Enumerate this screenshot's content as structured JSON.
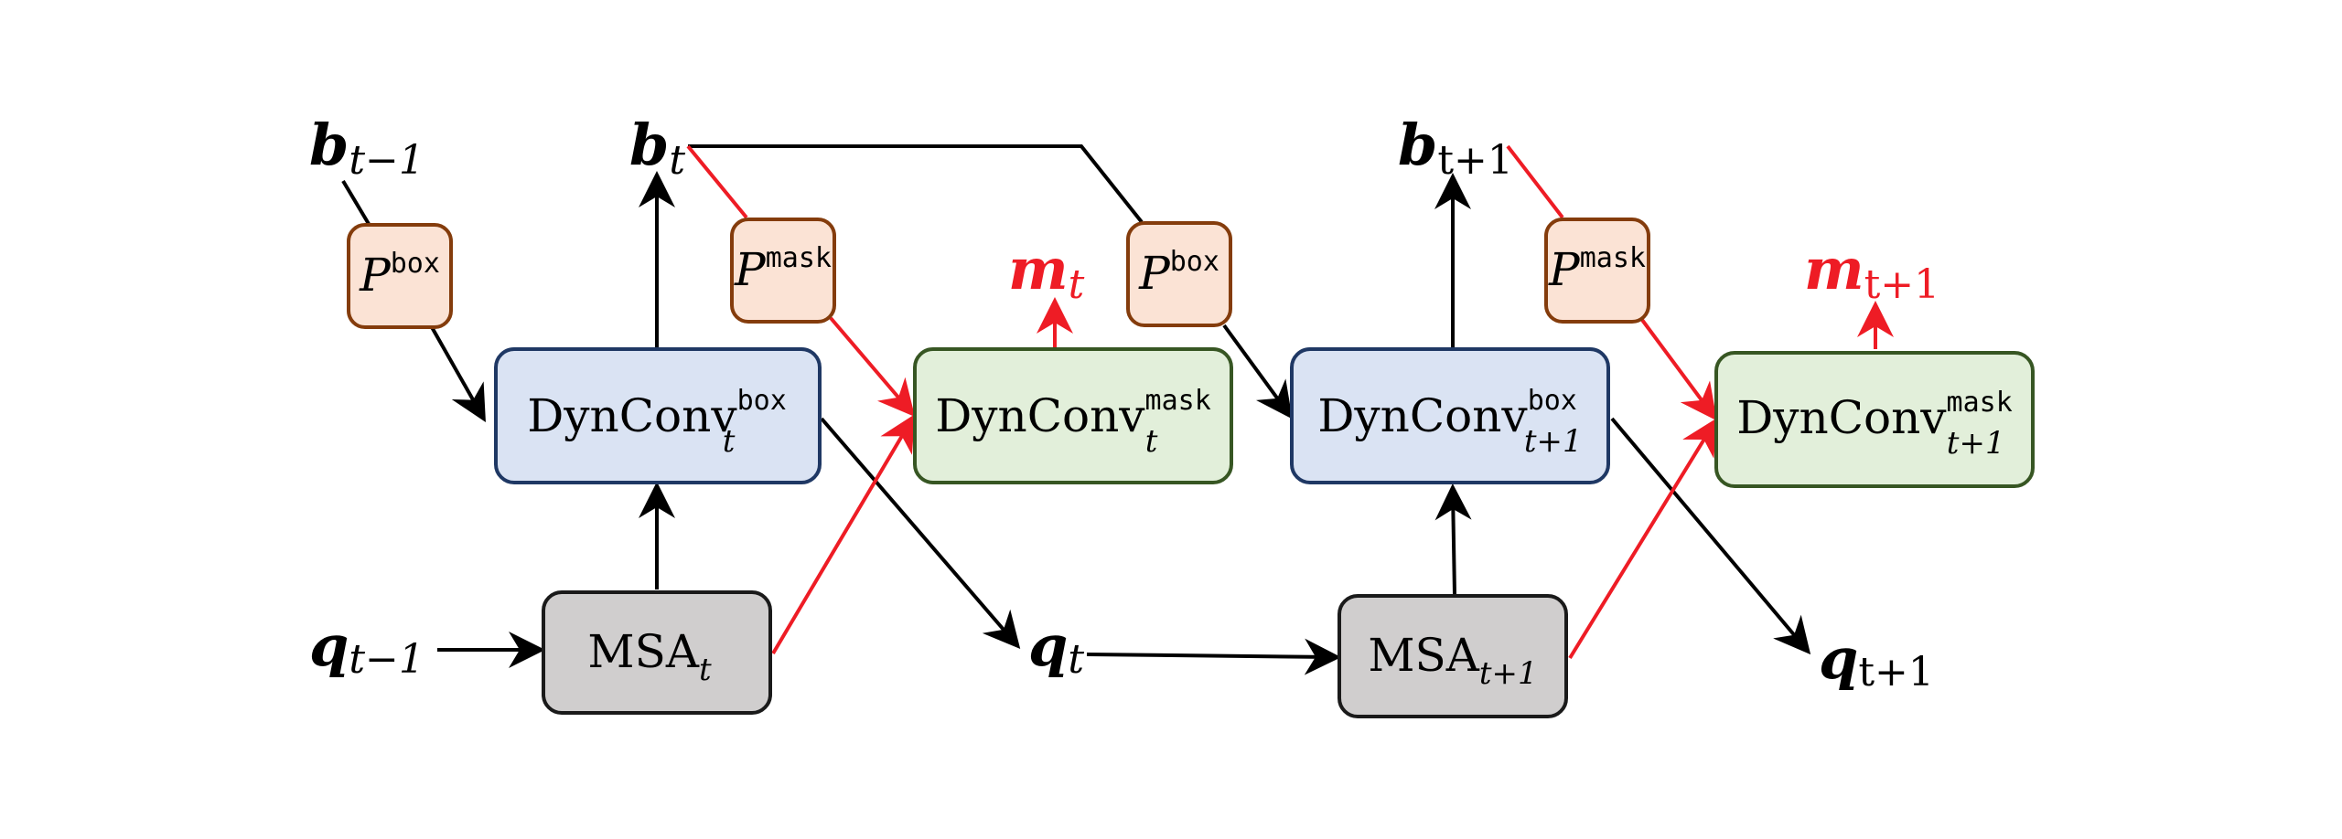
{
  "nodes": {
    "dynconv_box_t": {
      "base": "DynConv",
      "sup": "box",
      "sub": "t"
    },
    "dynconv_mask_t": {
      "base": "DynConv",
      "sup": "mask",
      "sub": "t"
    },
    "dynconv_box_t1": {
      "base": "DynConv",
      "sup": "box",
      "sub": "t+1"
    },
    "dynconv_mask_t1": {
      "base": "DynConv",
      "sup": "mask",
      "sub": "t+1"
    },
    "msa_t": {
      "base": "MSA",
      "sub": "t"
    },
    "msa_t1": {
      "base": "MSA",
      "sub": "t+1"
    },
    "p_box_1": {
      "base": "P",
      "sup": "box"
    },
    "p_mask_1": {
      "base": "P",
      "sup": "mask"
    },
    "p_box_2": {
      "base": "P",
      "sup": "box"
    },
    "p_mask_2": {
      "base": "P",
      "sup": "mask"
    }
  },
  "labels": {
    "b_prev": {
      "base": "b",
      "sub": "t−1"
    },
    "b_t": {
      "base": "b",
      "sub": "t"
    },
    "b_next": {
      "base": "b",
      "sub": "t+1"
    },
    "m_t": {
      "base": "m",
      "sub": "t"
    },
    "m_next": {
      "base": "m",
      "sub": "t+1"
    },
    "q_prev": {
      "base": "q",
      "sub": "t−1"
    },
    "q_t": {
      "base": "q",
      "sub": "t"
    },
    "q_next": {
      "base": "q",
      "sub": "t+1"
    }
  },
  "colors": {
    "box_fill": "#dae3f3",
    "box_stroke": "#1f3864",
    "mask_fill": "#e2efda",
    "mask_stroke": "#375623",
    "msa_fill": "#d0cece",
    "msa_stroke": "#1a1a1a",
    "p_fill": "#fbe3d5",
    "p_stroke": "#843c0c",
    "mask_path": "#ee1c25",
    "black": "#000000"
  }
}
